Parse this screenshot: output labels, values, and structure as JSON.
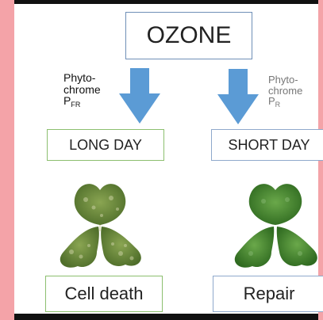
{
  "title": "OZONE",
  "left": {
    "phyto_line1": "Phyto-",
    "phyto_line2": "chrome",
    "phyto_symbol": "P",
    "phyto_subscript": "FR",
    "condition": "LONG DAY",
    "outcome": "Cell death"
  },
  "right": {
    "phyto_line1": "Phyto-",
    "phyto_line2": "chrome",
    "phyto_symbol": "P",
    "phyto_subscript": "R",
    "condition": "SHORT DAY",
    "outcome": "Repair"
  },
  "colors": {
    "arrow": "#5b9bd5",
    "left_border": "#8cbf6f",
    "right_border": "#8fa9cc",
    "leaf_damaged": "#6f8f3a",
    "leaf_healthy": "#4f8b2f",
    "side_bar": "#f4a3a8"
  },
  "icons": [
    "down-arrow-icon",
    "clover-leaf-icon"
  ]
}
